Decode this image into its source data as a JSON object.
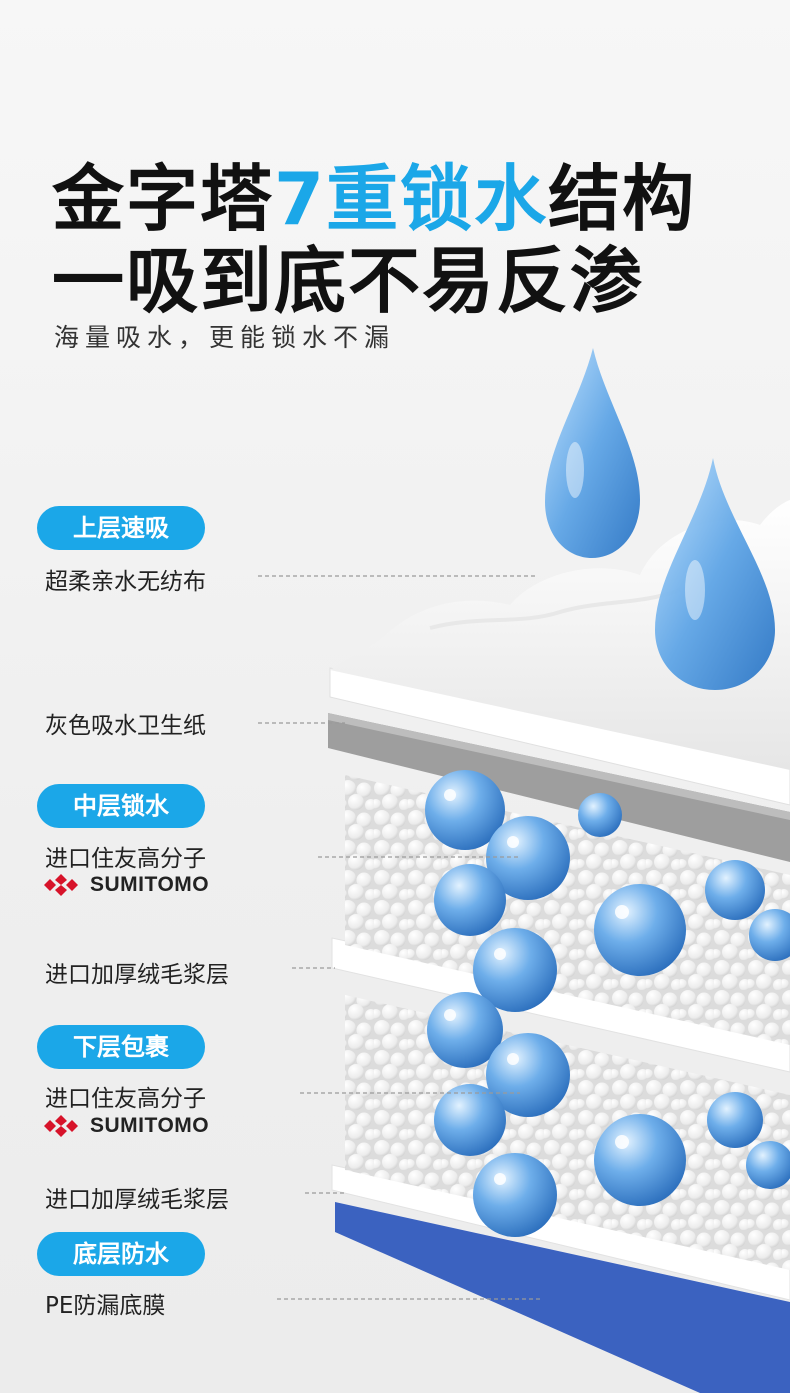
{
  "headline": {
    "line1_before": "金字塔",
    "line1_accent": "7重锁水",
    "line1_after": "结构",
    "line2": "一吸到底不易反渗",
    "subtitle": "海量吸水，更能锁水不漏"
  },
  "layers": {
    "top_badge": "上层速吸",
    "nonwoven": "超柔亲水无纺布",
    "tissue": "灰色吸水卫生纸",
    "mid_badge": "中层锁水",
    "sap1": "进口住友高分子",
    "brand1": "SUMITOMO",
    "pulp1": "进口加厚绒毛浆层",
    "low_badge": "下层包裹",
    "sap2": "进口住友高分子",
    "brand2": "SUMITOMO",
    "pulp2": "进口加厚绒毛浆层",
    "bottom_badge": "底层防水",
    "pe": "PE防漏底膜"
  },
  "colors": {
    "accent": "#1ba7e8",
    "brand_red": "#d7132a",
    "pe_blue": "#3b62c0",
    "tissue_gray": "#9e9e9e"
  }
}
